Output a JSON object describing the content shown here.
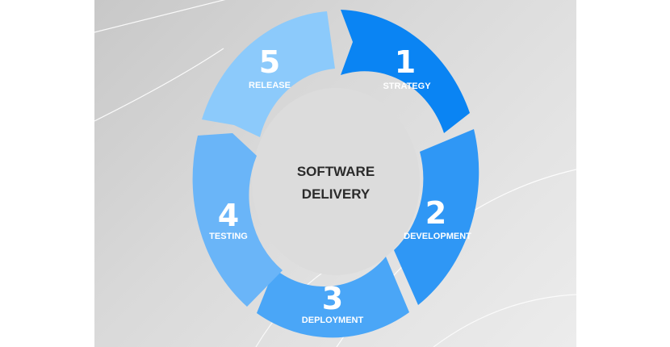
{
  "diagram": {
    "center": {
      "line1": "SOFTWARE",
      "line2": "DELIVERY"
    },
    "steps": [
      {
        "number": "1",
        "label": "STRATEGY",
        "color": "#0a84f3"
      },
      {
        "number": "2",
        "label": "DEVELOPMENT",
        "color": "#2f97f5"
      },
      {
        "number": "3",
        "label": "DEPLOYMENT",
        "color": "#4aa6f7"
      },
      {
        "number": "4",
        "label": "TESTING",
        "color": "#6ab5f8"
      },
      {
        "number": "5",
        "label": "RELEASE",
        "color": "#8ccafb"
      }
    ],
    "colors": {
      "background": "#d8d8d8",
      "center_fill": "#dcdcdc",
      "text_dark": "#2b2b2b"
    }
  }
}
